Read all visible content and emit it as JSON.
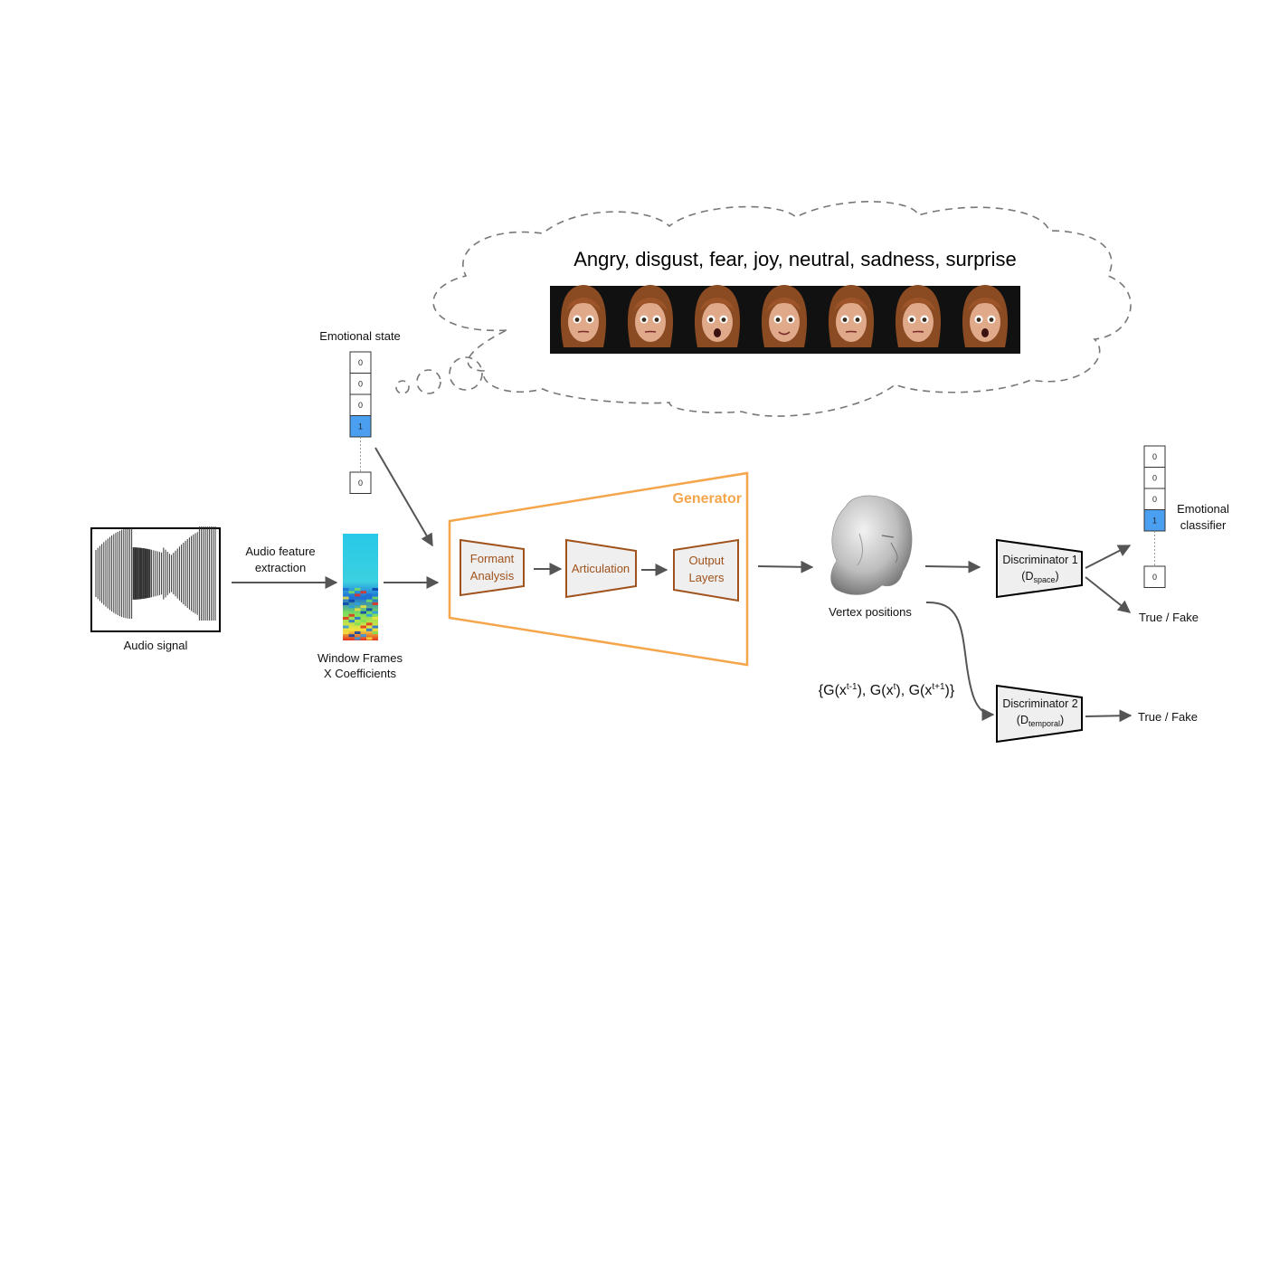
{
  "cloud": {
    "emotions_text": "Angry, disgust, fear, joy, neutral, sadness, surprise",
    "faces": [
      "angry",
      "disgust",
      "fear",
      "joy",
      "neutral",
      "sadness",
      "surprise"
    ]
  },
  "emotional_state": {
    "label": "Emotional state",
    "values": [
      "0",
      "0",
      "0",
      "1",
      "0"
    ]
  },
  "audio": {
    "signal_label": "Audio signal",
    "feature_label_line1": "Audio feature",
    "feature_label_line2": "extraction",
    "frames_label_line1": "Window Frames",
    "frames_label_line2": "X Coefficients"
  },
  "generator": {
    "title": "Generator",
    "formant_line1": "Formant",
    "formant_line2": "Analysis",
    "articulation": "Articulation",
    "output_line1": "Output",
    "output_line2": "Layers"
  },
  "vertex_label": "Vertex positions",
  "temporal_set": {
    "open": "{G(x",
    "sup1": "t-1",
    "mid1": "), G(x",
    "sup2": "t",
    "mid2": "), G(x",
    "sup3": "t+1",
    "close": ")}"
  },
  "discriminator1": {
    "line1": "Discriminator 1",
    "d": "(D",
    "sub": "space",
    "close": ")"
  },
  "discriminator2": {
    "line1": "Discriminator 2",
    "d": "(D",
    "sub": "temporal",
    "close": ")"
  },
  "outputs": {
    "true_fake_1": "True / Fake",
    "true_fake_2": "True / Fake",
    "classifier_line1": "Emotional",
    "classifier_line2": "classifier",
    "classifier_values": [
      "0",
      "0",
      "0",
      "1",
      "0"
    ]
  },
  "colors": {
    "generator": "#f5a54a",
    "box_stroke": "#a0521c",
    "active_cell": "#4a9ff0",
    "arrow": "#555555"
  }
}
